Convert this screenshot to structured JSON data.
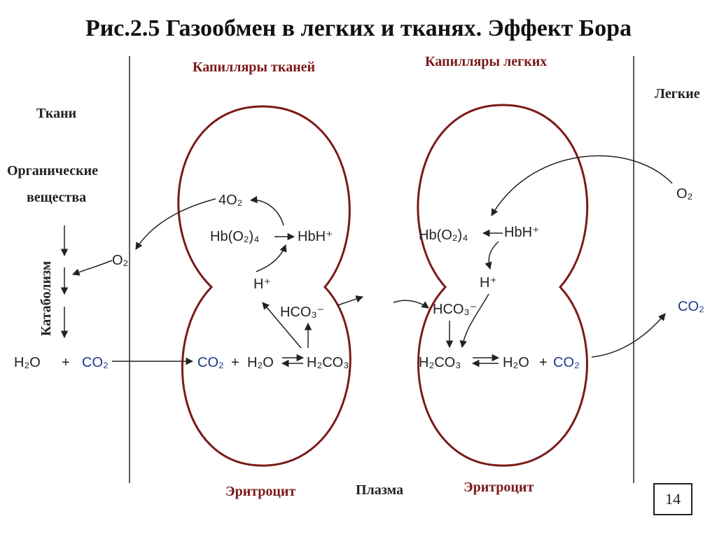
{
  "title": "Рис.2.5 Газообмен в легких и тканях. Эффект Бора",
  "headers": {
    "tissue_capillaries": "Капилляры тканей",
    "lung_capillaries": "Капилляры легких"
  },
  "left_panel": {
    "tissues": "Ткани",
    "organic_line1": "Органические",
    "organic_line2": "вещества",
    "catabolism": "Катаболизм",
    "o2": "O₂",
    "h2o": "H₂O",
    "plus": "+",
    "co2": "CO₂"
  },
  "right_panel": {
    "lungs": "Легкие",
    "o2": "O₂",
    "co2": "CO₂"
  },
  "left_cell": {
    "four_o2": "4O₂",
    "hbo2_4": "Hb(O₂)₄",
    "hbh": "HbH⁺",
    "h_plus": "H⁺",
    "hco3": "HCO₃⁻",
    "co2": "CO₂",
    "plus": "+",
    "h2o": "H₂O",
    "h2co3": "H₂CO₃",
    "label": "Эритроцит"
  },
  "right_cell": {
    "hbo2_4": "Hb(O₂)₄",
    "hbh": "HbH⁺",
    "h_plus": "H⁺",
    "hco3": "HCO₃⁻",
    "h2co3": "H₂CO₃",
    "h2o": "H₂O",
    "plus": "+",
    "co2": "CO₂",
    "label": "Эритроцит"
  },
  "plasma": "Плазма",
  "page_number": "14",
  "colors": {
    "cell_outline": "#7a1a1a",
    "co2_text": "#1f3a8a",
    "header_text": "#7a1a1a"
  }
}
